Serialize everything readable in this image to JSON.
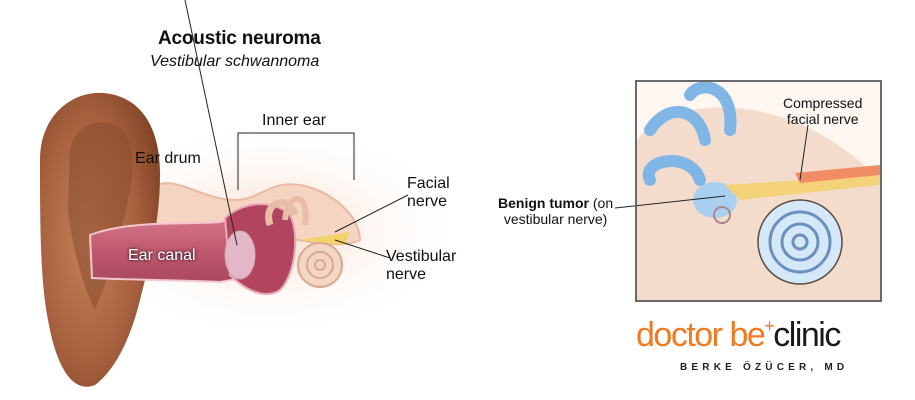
{
  "header": {
    "title": "Acoustic neuroma",
    "subtitle": "Vestibular schwannoma"
  },
  "main_diagram": {
    "labels": {
      "inner_ear": "Inner ear",
      "ear_drum": "Ear drum",
      "ear_canal": "Ear canal",
      "facial_nerve_line1": "Facial",
      "facial_nerve_line2": "nerve",
      "vestibular_nerve_line1": "Vestibular",
      "vestibular_nerve_line2": "nerve"
    }
  },
  "inset_diagram": {
    "labels": {
      "compressed_line1": "Compressed",
      "compressed_line2": "facial nerve",
      "tumor_bold": "Benign tumor",
      "tumor_rest": " (on",
      "tumor_line2": "vestibular nerve)"
    }
  },
  "branding": {
    "logo_part1": "doctor be",
    "logo_plus": "+",
    "logo_part2": "clinic",
    "signature": "BERKE ÖZÜCER, MD",
    "colors": {
      "accent": "#f07a21",
      "dark": "#1a1a1a"
    }
  }
}
